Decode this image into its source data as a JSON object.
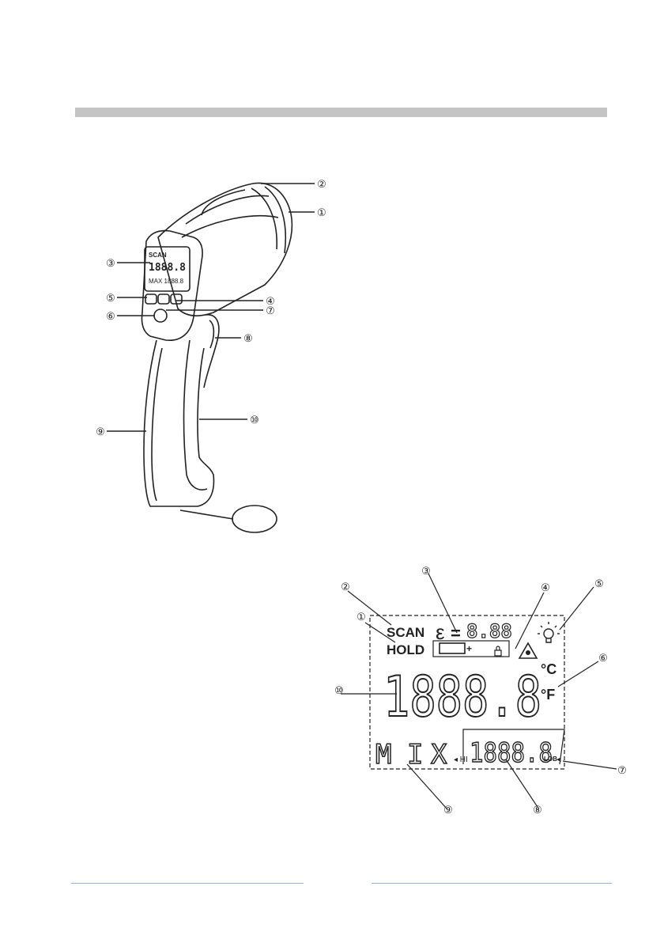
{
  "device_callouts": [
    "①",
    "②",
    "③",
    "④",
    "⑤",
    "⑥",
    "⑦",
    "⑧",
    "⑨",
    "⑩"
  ],
  "device_screen": {
    "mode": "SCAN",
    "reading": "1888.8",
    "sub": "MAX 1888.8"
  },
  "lcd": {
    "scan": "SCAN",
    "hold": "HOLD",
    "epsilon": "ε",
    "equals": "=",
    "emissivity_digits": "8.88",
    "main_digits": "1888.8",
    "celsius": "°C",
    "fahrenheit": "°F",
    "mode_chars": [
      "M",
      "I",
      "X"
    ],
    "secondary_digits": "1888.8",
    "lo_bat": "LOB",
    "callouts": [
      "①",
      "②",
      "③",
      "④",
      "⑤",
      "⑥",
      "⑦",
      "⑧",
      "⑨",
      "⑩"
    ]
  },
  "colors": {
    "ink": "#222222",
    "bar": "#c4c4c4",
    "footer_line": "#8fb4d8"
  }
}
